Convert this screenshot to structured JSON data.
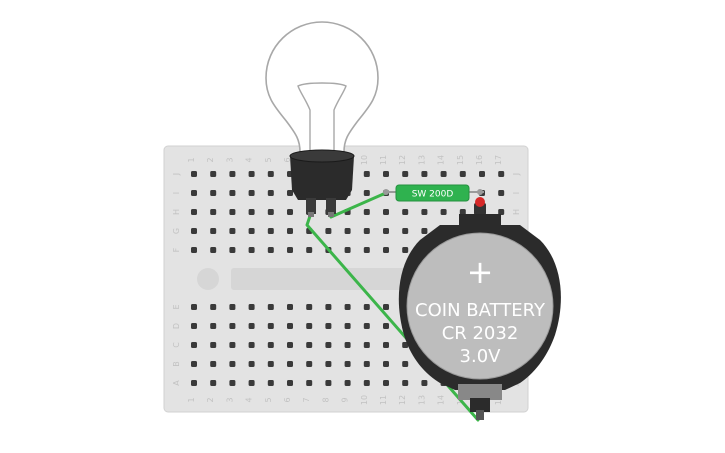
{
  "breadboard": {
    "columns": [
      "1",
      "2",
      "3",
      "4",
      "5",
      "6",
      "7",
      "8",
      "9",
      "10",
      "11",
      "12",
      "13",
      "14",
      "15",
      "16",
      "17"
    ],
    "top_rows": [
      "J",
      "I",
      "H",
      "G",
      "F"
    ],
    "bottom_rows": [
      "E",
      "D",
      "C",
      "B",
      "A"
    ]
  },
  "resistor": {
    "label": "SW 200D",
    "color": "#2fb24f"
  },
  "battery": {
    "polarity": "+",
    "line1": "COIN BATTERY",
    "line2": "CR 2032",
    "line3": "3.0V"
  },
  "bulb": {
    "icon": "light-bulb-icon"
  },
  "colors": {
    "wire": "#3cb54a",
    "board": "#e3e3e3",
    "hole": "#3a3a3a",
    "battery_body": "#bdbdbd",
    "battery_holder": "#2b2b2b",
    "led": "#d62828"
  }
}
